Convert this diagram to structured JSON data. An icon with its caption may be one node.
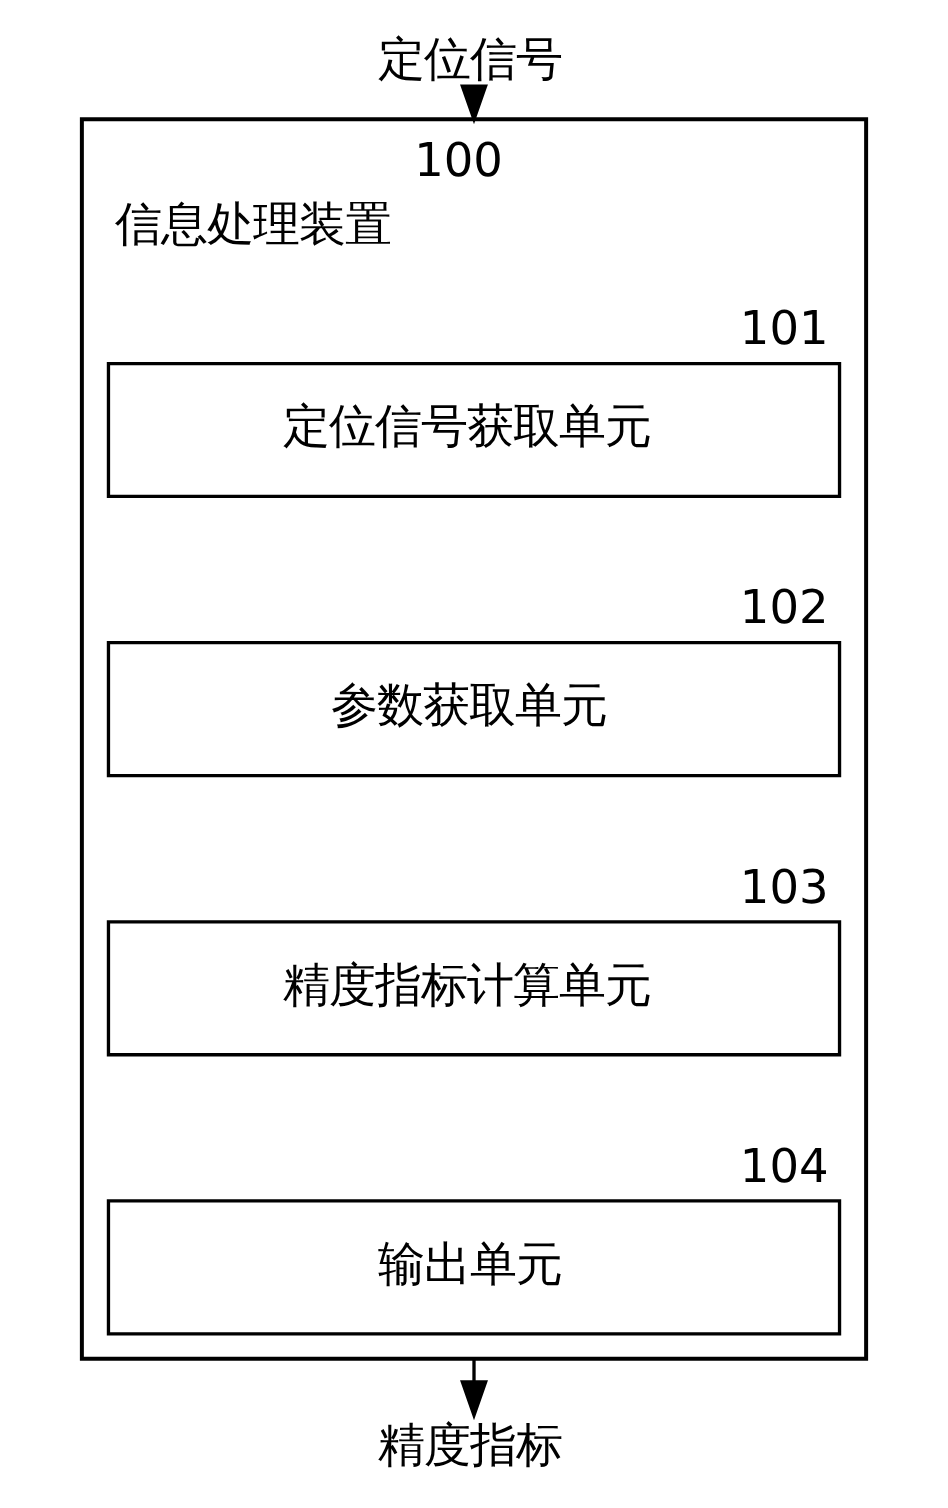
{
  "diagram": {
    "nodes": [
      {
        "text": [
          "定位信号"
        ]
      },
      {
        "text": [
          "信息处理装置"
        ],
        "beside": [
          "100"
        ]
      },
      {
        "text": [
          "定位信号获取单元"
        ],
        "beside": [
          "101"
        ],
        "in": 1
      },
      {
        "text": [
          "参数获取单元"
        ],
        "beside": [
          "102"
        ],
        "in": 1
      },
      {
        "text": [
          "精度指标计算单元"
        ],
        "beside": [
          "103"
        ],
        "in": 1
      },
      {
        "text": [
          "输出单元"
        ],
        "beside": [
          "104"
        ],
        "in": 1
      },
      {
        "text": [
          "精度指标"
        ]
      }
    ],
    "edges": [
      {
        "from": 0,
        "to": 1,
        "arrow": "to"
      },
      {
        "from": 1,
        "to": 6,
        "arrow": "to"
      }
    ]
  }
}
